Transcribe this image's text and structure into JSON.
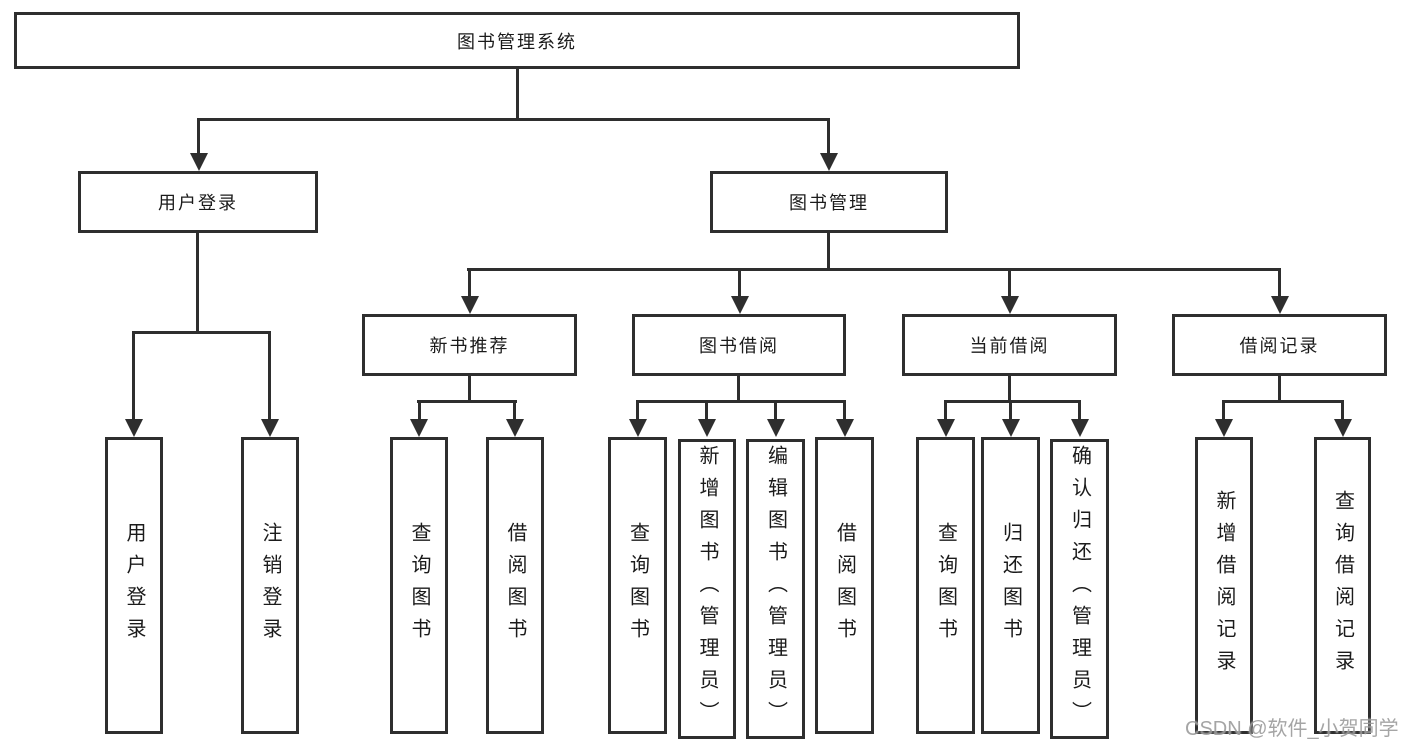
{
  "root": {
    "label": "图书管理系统"
  },
  "branches": [
    {
      "label": "用户登录",
      "children": [
        {
          "label": "用户登录"
        },
        {
          "label": "注销登录"
        }
      ]
    },
    {
      "label": "图书管理",
      "groups": [
        {
          "label": "新书推荐",
          "children": [
            {
              "label": "查询图书"
            },
            {
              "label": "借阅图书"
            }
          ]
        },
        {
          "label": "图书借阅",
          "children": [
            {
              "label": "查询图书"
            },
            {
              "label": "新增图书（管理员）"
            },
            {
              "label": "编辑图书（管理员）"
            },
            {
              "label": "借阅图书"
            }
          ]
        },
        {
          "label": "当前借阅",
          "children": [
            {
              "label": "查询图书"
            },
            {
              "label": "归还图书"
            },
            {
              "label": "确认归还（管理员）"
            }
          ]
        },
        {
          "label": "借阅记录",
          "children": [
            {
              "label": "新增借阅记录"
            },
            {
              "label": "查询借阅记录"
            }
          ]
        }
      ]
    }
  ],
  "watermark": {
    "text": "CSDN @软件_小贺同学"
  },
  "colors": {
    "line": "#2e2e2e",
    "text": "#1b1b1b",
    "watermark": "#9c9c9c",
    "background": "#ffffff"
  }
}
